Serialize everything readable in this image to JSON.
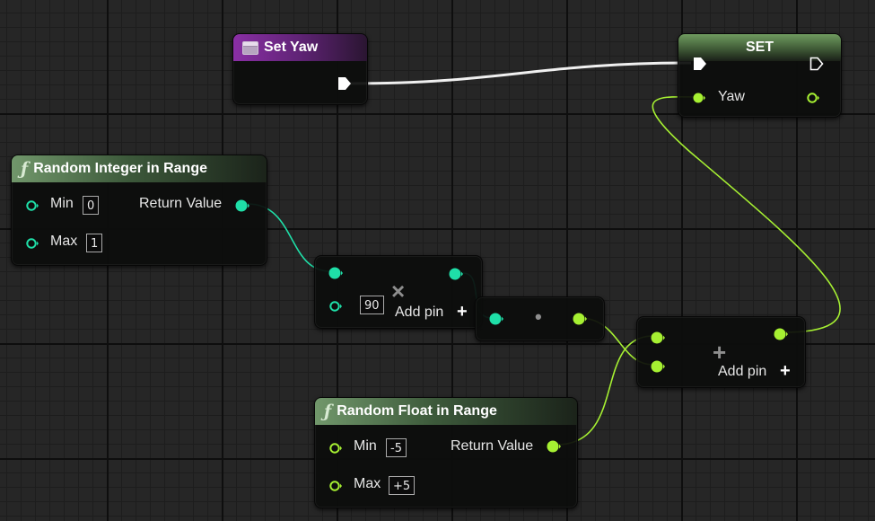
{
  "set_yaw_getter": {
    "title": "Set Yaw",
    "icon": "variable-icon"
  },
  "set_node": {
    "title": "SET",
    "pin_label": "Yaw"
  },
  "random_integer": {
    "title": "Random Integer in Range",
    "icon": "function-icon",
    "min_label": "Min",
    "min_value": "0",
    "max_label": "Max",
    "max_value": "1",
    "return_label": "Return Value"
  },
  "multiply_node": {
    "value": "90",
    "add_pin_label": "Add pin",
    "operator": "×"
  },
  "convert_node": {
    "operator": "•"
  },
  "add_node": {
    "add_pin_label": "Add pin",
    "operator": "+"
  },
  "random_float": {
    "title": "Random Float in Range",
    "icon": "function-icon",
    "min_label": "Min",
    "min_value": "-5",
    "max_label": "Max",
    "max_value": "+5",
    "return_label": "Return Value"
  },
  "colors": {
    "integer_pin": "#1fdfa8",
    "float_pin": "#a6f032",
    "exec_pin": "#ffffff",
    "function_header": "#71976b",
    "variable_header": "#8a2fa5"
  }
}
